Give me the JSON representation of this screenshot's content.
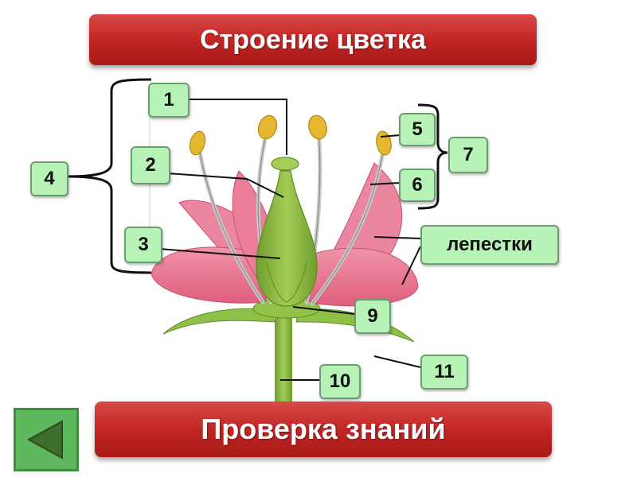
{
  "title": "Строение цветка",
  "check_button_label": "Проверка знаний",
  "labels": {
    "n1": "1",
    "n2": "2",
    "n3": "3",
    "n4": "4",
    "n5": "5",
    "n6": "6",
    "n7": "7",
    "n9": "9",
    "n10": "10",
    "n11": "11",
    "petals": "лепестки"
  },
  "colors": {
    "banner": "#c22624",
    "label_box": "#b7f2b6",
    "petal": "#e8728e",
    "green": "#7fb33a",
    "anther": "#e6b832"
  },
  "icons": {
    "back": "triangle-left-icon"
  }
}
